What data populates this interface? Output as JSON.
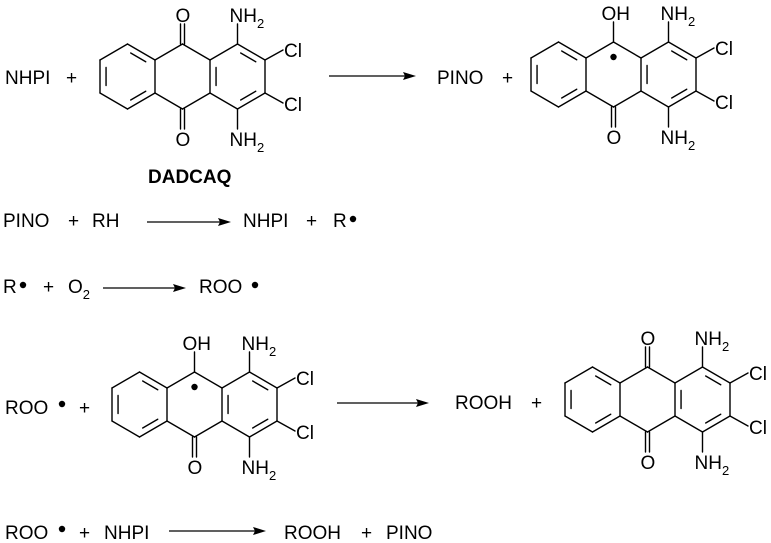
{
  "diagram": {
    "type": "reaction-scheme",
    "colors": {
      "ink": "#000000",
      "background": "#ffffff"
    },
    "reactions": [
      {
        "id": "r1",
        "reactants": [
          "NHPI",
          "DADCAQ"
        ],
        "products": [
          "PINO",
          "DADCAQ-H radical"
        ],
        "text": {
          "reactant1": "NHPI",
          "plus1": "+",
          "product1": "PINO",
          "plus2": "+"
        }
      },
      {
        "id": "r2",
        "text": {
          "reactant1": "PINO",
          "plus1": "+",
          "reactant2": "RH",
          "product1": "NHPI",
          "plus2": "+",
          "product2": "R",
          "product2_radical": "•"
        }
      },
      {
        "id": "r3",
        "text": {
          "reactant1": "R",
          "reactant1_radical": "•",
          "plus1": "+",
          "reactant2": "O",
          "reactant2_sub": "2",
          "product1": "ROO",
          "product1_radical": "•"
        }
      },
      {
        "id": "r4",
        "reactants": [
          "ROO•",
          "DADCAQ-H radical"
        ],
        "products": [
          "ROOH",
          "DADCAQ"
        ],
        "text": {
          "reactant1": "ROO",
          "reactant1_radical": "•",
          "plus1": "+",
          "product1": "ROOH",
          "plus2": "+"
        }
      },
      {
        "id": "r5",
        "text": {
          "reactant1": "ROO",
          "reactant1_radical": "•",
          "plus1": "+",
          "reactant2": "NHPI",
          "product1": "ROOH",
          "plus2": "+",
          "product2": "PINO"
        }
      }
    ],
    "compound_label": "DADCAQ",
    "molecules": [
      {
        "name": "dadcaq-reactant",
        "kind": "quinone",
        "labels": {
          "top": "O",
          "bottom": "O",
          "nh2_top": "NH",
          "nh2_bottom": "NH",
          "sub": "2",
          "cl_top": "Cl",
          "cl_bottom": "Cl"
        }
      },
      {
        "name": "semiquinone-radical-product",
        "kind": "radical",
        "labels": {
          "top": "OH",
          "bottom": "O",
          "nh2_top": "NH",
          "nh2_bottom": "NH",
          "sub": "2",
          "cl_top": "Cl",
          "cl_bottom": "Cl"
        }
      },
      {
        "name": "semiquinone-radical-reactant",
        "kind": "radical",
        "labels": {
          "top": "OH",
          "bottom": "O",
          "nh2_top": "NH",
          "nh2_bottom": "NH",
          "sub": "2",
          "cl_top": "Cl",
          "cl_bottom": "Cl"
        }
      },
      {
        "name": "dadcaq-product",
        "kind": "quinone",
        "labels": {
          "top": "O",
          "bottom": "O",
          "nh2_top": "NH",
          "nh2_bottom": "NH",
          "sub": "2",
          "cl_top": "Cl",
          "cl_bottom": "Cl"
        }
      }
    ]
  }
}
